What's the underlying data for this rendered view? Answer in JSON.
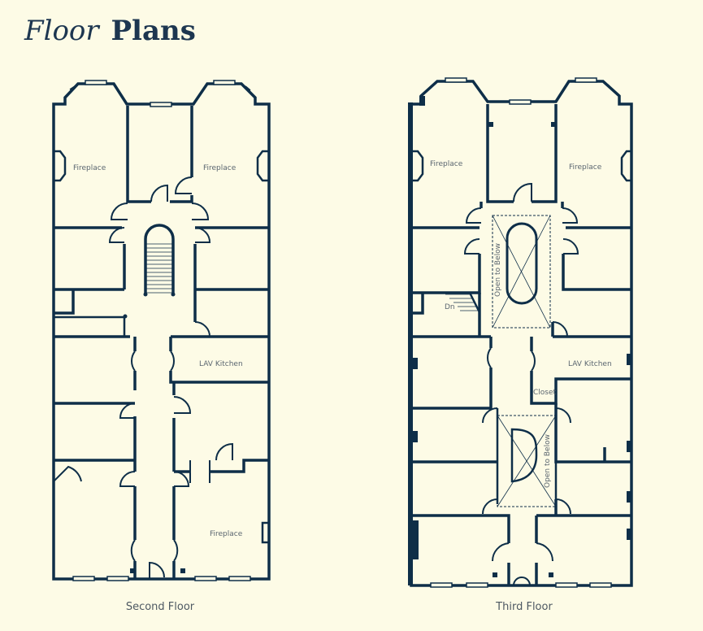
{
  "heading": {
    "light": "Floor",
    "bold": "Plans"
  },
  "plans": [
    {
      "caption": "Second Floor",
      "labels": {
        "fireplace_left": "Fireplace",
        "fireplace_right": "Fireplace",
        "kitchen": "LAV Kitchen",
        "fireplace_rear": "Fireplace"
      }
    },
    {
      "caption": "Third Floor",
      "labels": {
        "fireplace_left": "Fireplace",
        "fireplace_right": "Fireplace",
        "open_upper": "Open to Below",
        "stairs_down": "Dn",
        "kitchen": "LAV Kitchen",
        "closet": "Closet",
        "open_lower": "Open to Below"
      }
    }
  ],
  "colors": {
    "background": "#fdfbe6",
    "walls": "#0e2e48",
    "label_text": "#5b6670"
  }
}
